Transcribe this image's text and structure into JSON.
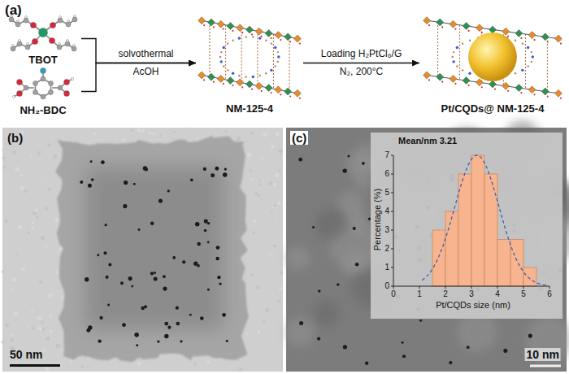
{
  "diagram": {
    "nodes": [
      {
        "text": [
          "TBOT"
        ]
      },
      {
        "text": [
          "NH₂-BDC"
        ]
      },
      {
        "text": [
          "NM-125-4"
        ]
      },
      {
        "text": [
          "Pt/CQDs@ NM-125-4"
        ]
      }
    ],
    "edges": [
      {
        "from": 0,
        "to": 2,
        "arrow": "to",
        "label": "solvothermal"
      },
      {
        "from": 1,
        "to": 2,
        "arrow": "to"
      },
      {
        "from": 2,
        "to": 3,
        "arrow": "to",
        "label": "Loading H₂PtCl₆/G"
      }
    ],
    "labels": [
      "(a)",
      "AcOH",
      "N₂, 200°C",
      "(b)",
      "50 nm",
      "(c)",
      "Mean/nm 3.21",
      "Percentage (%)",
      "0",
      "1",
      "2",
      "3",
      "4",
      "5",
      "6",
      "7",
      "0",
      "1",
      "2",
      "3",
      "4",
      "5",
      "6",
      "Pt/CQDs size (nm)",
      "10 nm"
    ]
  }
}
